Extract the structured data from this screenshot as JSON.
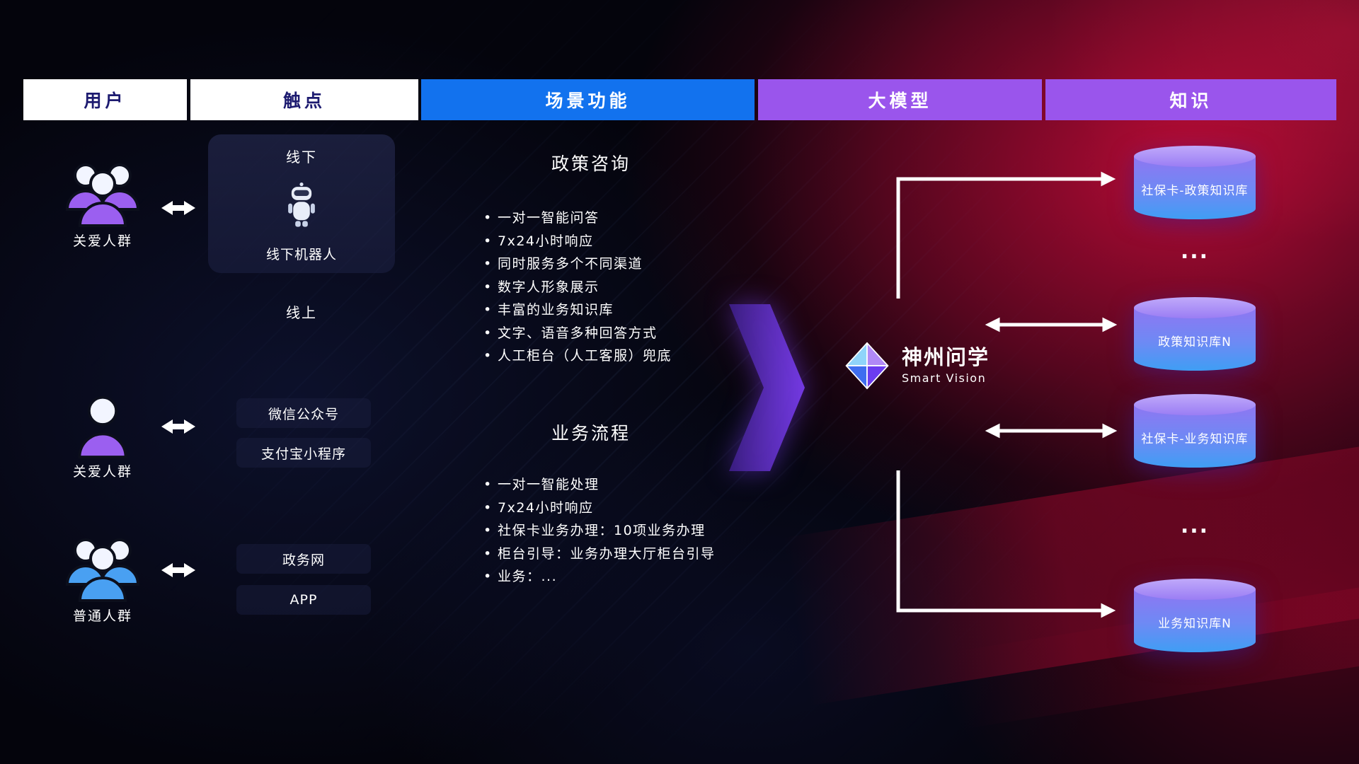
{
  "header": {
    "columns": [
      {
        "label": "用户"
      },
      {
        "label": "触点"
      },
      {
        "label": "场景功能"
      },
      {
        "label": "大模型"
      },
      {
        "label": "知识"
      }
    ]
  },
  "users": [
    {
      "label": "关爱人群",
      "icon": "group-users-icon",
      "color": "#9b5ff0"
    },
    {
      "label": "关爱人群",
      "icon": "single-user-icon",
      "color": "#9b5ff0"
    },
    {
      "label": "普通人群",
      "icon": "group-users-icon",
      "color": "#49a0f2"
    }
  ],
  "touchpoints": {
    "offline_label": "线下",
    "offline_robot": "线下机器人",
    "online_label": "线上",
    "channels": [
      "微信公众号",
      "支付宝小程序",
      "政务网",
      "APP"
    ]
  },
  "scenarios": [
    {
      "title": "政策咨询",
      "items": [
        "一对一智能问答",
        "7x24小时响应",
        "同时服务多个不同渠道",
        "数字人形象展示",
        "丰富的业务知识库",
        "文字、语音多种回答方式",
        "人工柜台（人工客服）兜底"
      ]
    },
    {
      "title": "业务流程",
      "items": [
        "一对一智能处理",
        "7x24小时响应",
        "社保卡业务办理：10项业务办理",
        "柜台引导：业务办理大厅柜台引导",
        "业务：..."
      ]
    }
  ],
  "model": {
    "name": "神州问学",
    "subtitle": "Smart Vision"
  },
  "knowledge": {
    "dbs": [
      "社保卡-政策知识库",
      "政策知识库N",
      "社保卡-业务知识库",
      "业务知识库N"
    ],
    "ellipsis": "..."
  },
  "icons": [
    "group-users-icon",
    "single-user-icon",
    "robot-icon",
    "double-arrow-icon",
    "diamond-logo-icon",
    "database-cylinder-icon"
  ],
  "colors": {
    "header_blue": "#1272ee",
    "header_purple": "#9a55ec",
    "header_text_dark": "#1d1b70",
    "db_top": "#c0a9fa",
    "db_bottom": "#3f9ef4",
    "user_purple": "#9b5ff0",
    "user_blue": "#49a0f2",
    "big_arrow_purple": "#7a3df0",
    "background_red": "#c8103c",
    "arrow_white": "#ffffff"
  }
}
